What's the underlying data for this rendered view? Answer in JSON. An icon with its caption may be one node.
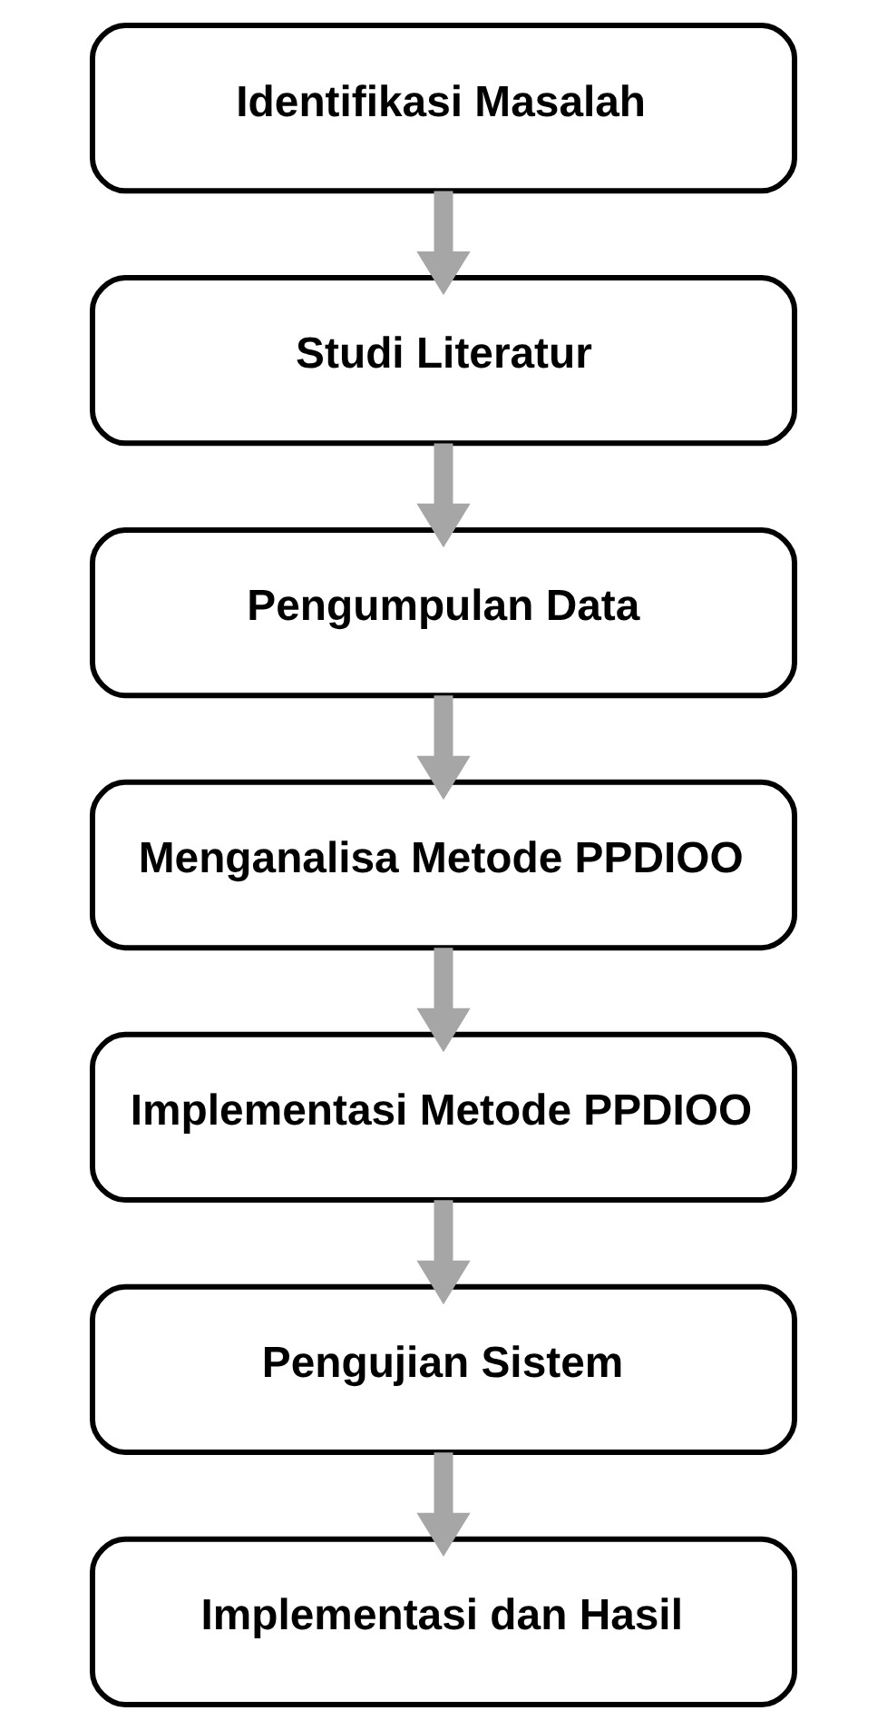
{
  "diagram": {
    "nodes": [
      {
        "text": [
          "Identifikasi Masalah"
        ]
      },
      {
        "text": [
          "Studi Literatur"
        ]
      },
      {
        "text": [
          "Pengumpulan Data"
        ]
      },
      {
        "text": [
          "Menganalisa Metode PPDIOO"
        ]
      },
      {
        "text": [
          "Implementasi Metode PPDIOO"
        ]
      },
      {
        "text": [
          "Pengujian Sistem"
        ]
      },
      {
        "text": [
          "Implementasi dan Hasil"
        ]
      }
    ],
    "edges": [
      {
        "from": 0,
        "to": 1,
        "arrow": "to"
      },
      {
        "from": 1,
        "to": 2,
        "arrow": "to"
      },
      {
        "from": 2,
        "to": 3,
        "arrow": "to"
      },
      {
        "from": 3,
        "to": 4,
        "arrow": "to"
      },
      {
        "from": 4,
        "to": 5,
        "arrow": "to"
      },
      {
        "from": 5,
        "to": 6,
        "arrow": "to"
      }
    ]
  }
}
